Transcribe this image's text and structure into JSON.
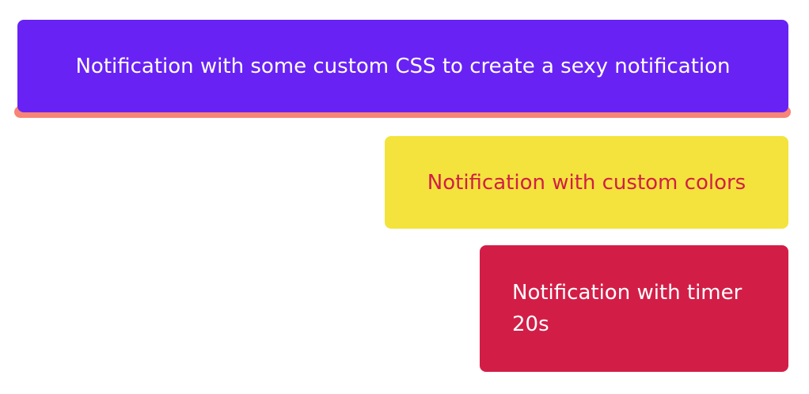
{
  "page": {
    "background": "#ffffff"
  },
  "notifications": {
    "sexy": {
      "message": "Notification with some custom CSS to create a sexy notification",
      "background": "#6922f4",
      "text_color": "#ffffff",
      "accent_color": "#f78476"
    },
    "custom_colors": {
      "message": "Notification with custom colors",
      "background": "#f3e33c",
      "text_color": "#d21e47"
    },
    "timer": {
      "message": "Notification with timer 20s",
      "background": "#d21e47",
      "text_color": "#ffffff"
    }
  }
}
